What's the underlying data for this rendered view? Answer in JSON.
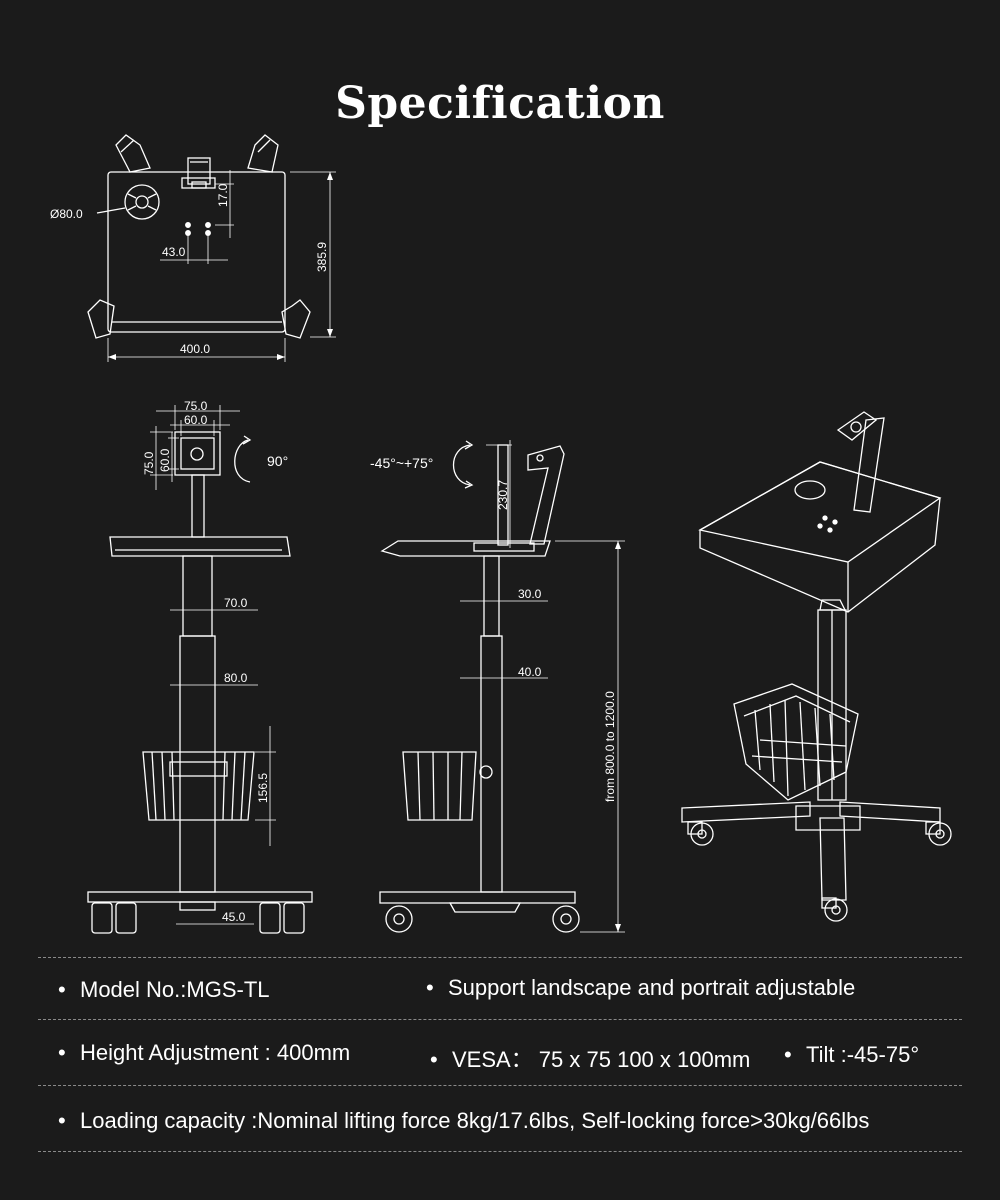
{
  "title": "Specification",
  "top_view": {
    "dia_label": "Ø80.0",
    "dim_17": "17.0",
    "dim_43": "43.0",
    "dim_height": "385.9",
    "dim_width": "400.0"
  },
  "front_view": {
    "dim_75_top": "75.0",
    "dim_60_top": "60.0",
    "dim_75_side": "75.0",
    "dim_60_side": "60.0",
    "rotate_label": "90°",
    "dim_70": "70.0",
    "dim_80": "80.0",
    "dim_basket": "156.5",
    "dim_45": "45.0"
  },
  "side_view": {
    "tilt_label": "-45°~+75°",
    "dim_230": "230.7",
    "dim_30": "30.0",
    "dim_40": "40.0",
    "height_range": "from 800.0 to 1200.0"
  },
  "specs": {
    "model": "Model No.:MGS-TL",
    "orientation": "Support landscape and portrait adjustable",
    "height_adj": "Height Adjustment : 400mm",
    "vesa": "VESA：  75 x 75   100 x 100mm",
    "tilt": "Tilt :-45-75°",
    "loading": "Loading capacity :Nominal lifting force 8kg/17.6lbs, Self-locking force>30kg/66lbs",
    "bullet": "•"
  },
  "colors": {
    "background": "#1b1b1b",
    "line": "#ffffff",
    "rule": "#8a8a8a"
  }
}
